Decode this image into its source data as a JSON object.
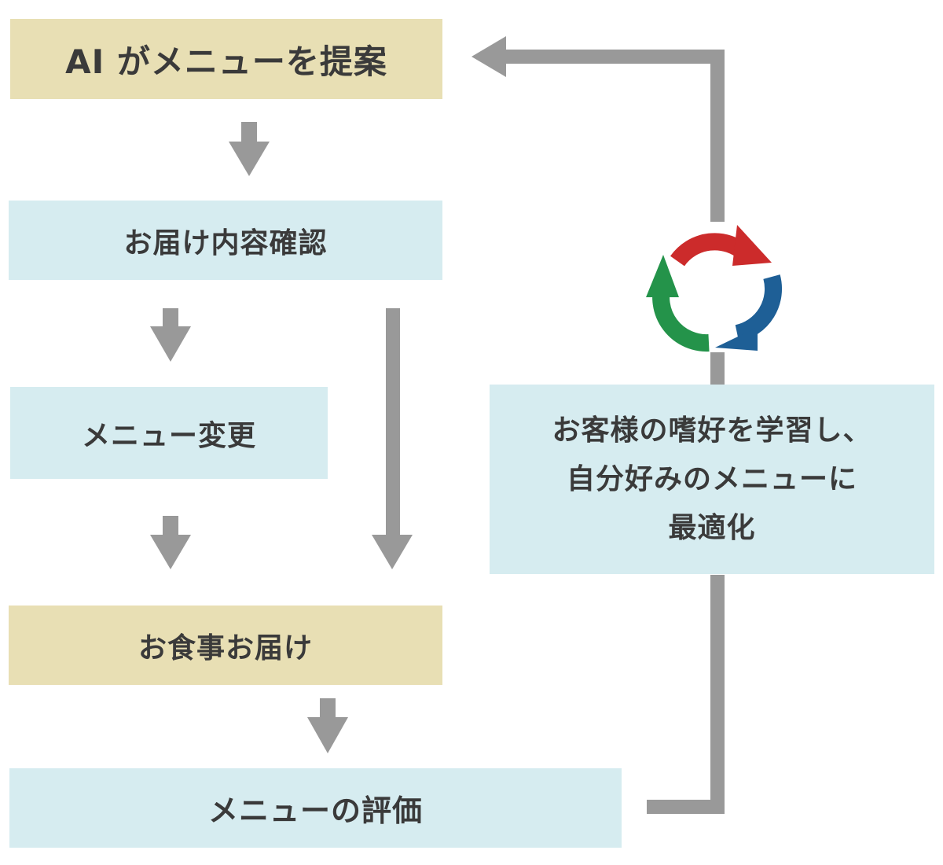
{
  "nodes": {
    "propose": "AI がメニューを提案",
    "confirm": "お届け内容確認",
    "change": "メニュー変更",
    "deliver": "お食事お届け",
    "evaluate": "メニューの評価",
    "learn": {
      "line1": "お客様の嗜好を学習し、",
      "line2": "自分好みのメニューに",
      "line3": "最適化"
    }
  },
  "colors": {
    "tan_box": "#e8dfb4",
    "blue_box": "#d6ecf0",
    "arrow_gray": "#999999",
    "cycle_red": "#cc2b2b",
    "cycle_blue": "#1e5f96",
    "cycle_green": "#24934a",
    "text": "#3a3a3a"
  },
  "icons": {
    "cycle": "refresh-cycle-icon"
  }
}
